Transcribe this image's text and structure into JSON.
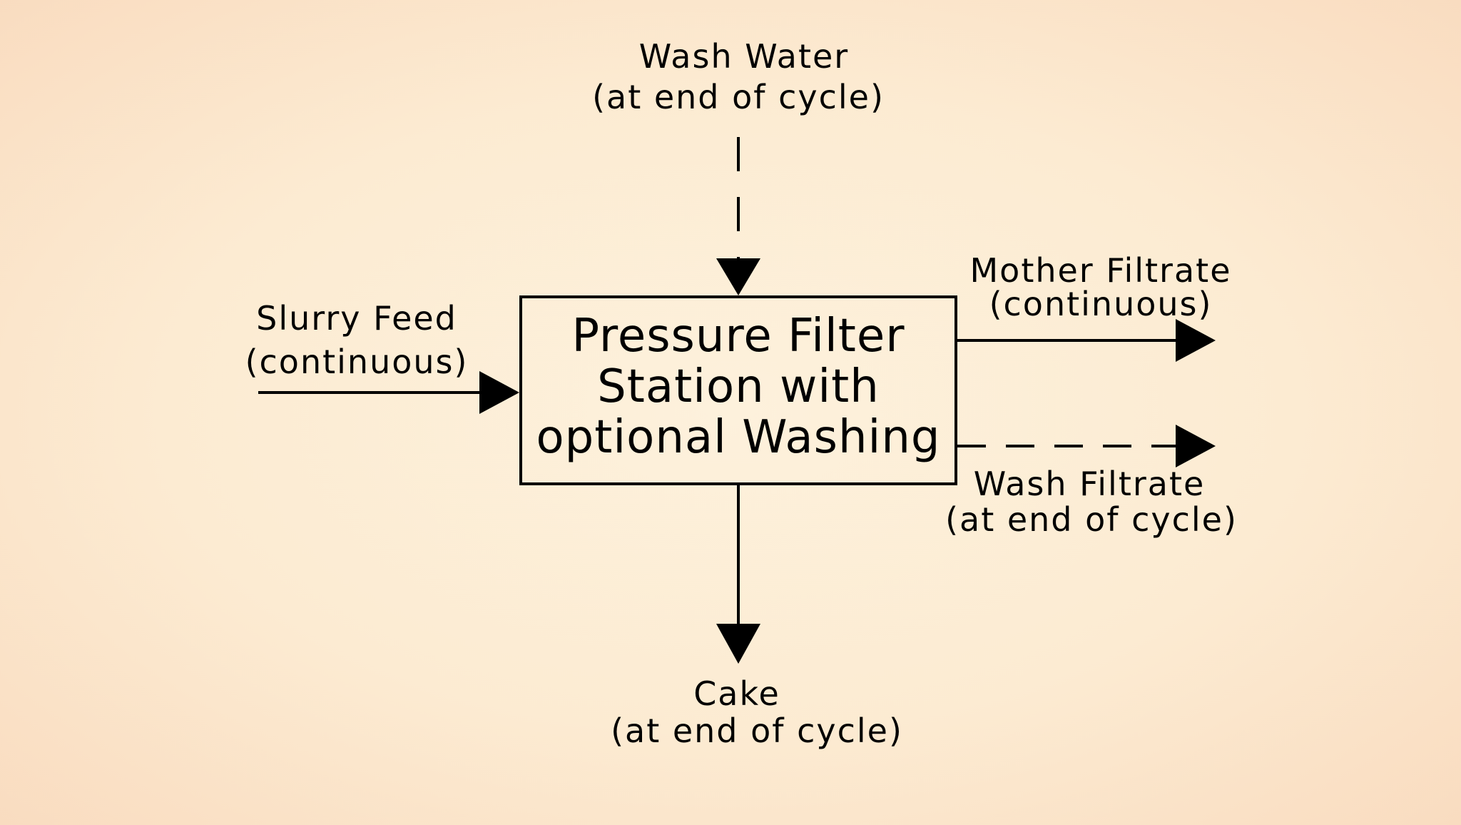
{
  "process_box": {
    "line1": "Pressure Filter",
    "line2": "Station with",
    "line3": "optional Washing"
  },
  "streams": {
    "wash_water": {
      "name": "Wash Water",
      "timing": "(at end of cycle)",
      "line_style": "dashed"
    },
    "slurry_feed": {
      "name": "Slurry Feed",
      "timing": "(continuous)",
      "line_style": "solid"
    },
    "mother_filtrate": {
      "name": "Mother Filtrate",
      "timing": "(continuous)",
      "line_style": "solid"
    },
    "wash_filtrate": {
      "name": "Wash Filtrate",
      "timing": "(at end of cycle)",
      "line_style": "dashed"
    },
    "cake": {
      "name": "Cake",
      "timing": "(at end of cycle)",
      "line_style": "solid"
    }
  }
}
